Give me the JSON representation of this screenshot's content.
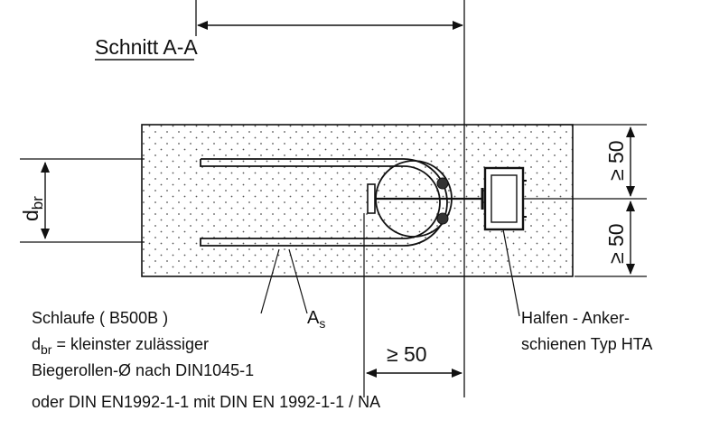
{
  "section_title": "Schnitt A-A",
  "dim_dbr_main": "d",
  "dim_dbr_sub": "br",
  "dim_top_right": "≥ 50",
  "dim_bottom_right": "≥ 50",
  "dim_bottom": "≥ 50",
  "label_as_main": "A",
  "label_as_sub": "s",
  "legend": {
    "line1": "Schlaufe ( B500B )",
    "line2_main": "d",
    "line2_sub": "br",
    "line2_rest": " = kleinster zulässiger",
    "line3": "Biegerollen-Ø nach DIN1045-1",
    "line4": "oder  DIN EN1992-1-1 mit DIN EN 1992-1-1 / NA"
  },
  "halfen_label": {
    "line1": "Halfen - Anker-",
    "line2": "schienen Typ HTA"
  },
  "colors": {
    "line": "#111111",
    "dots": "#555555",
    "fill": "#ffffff"
  }
}
